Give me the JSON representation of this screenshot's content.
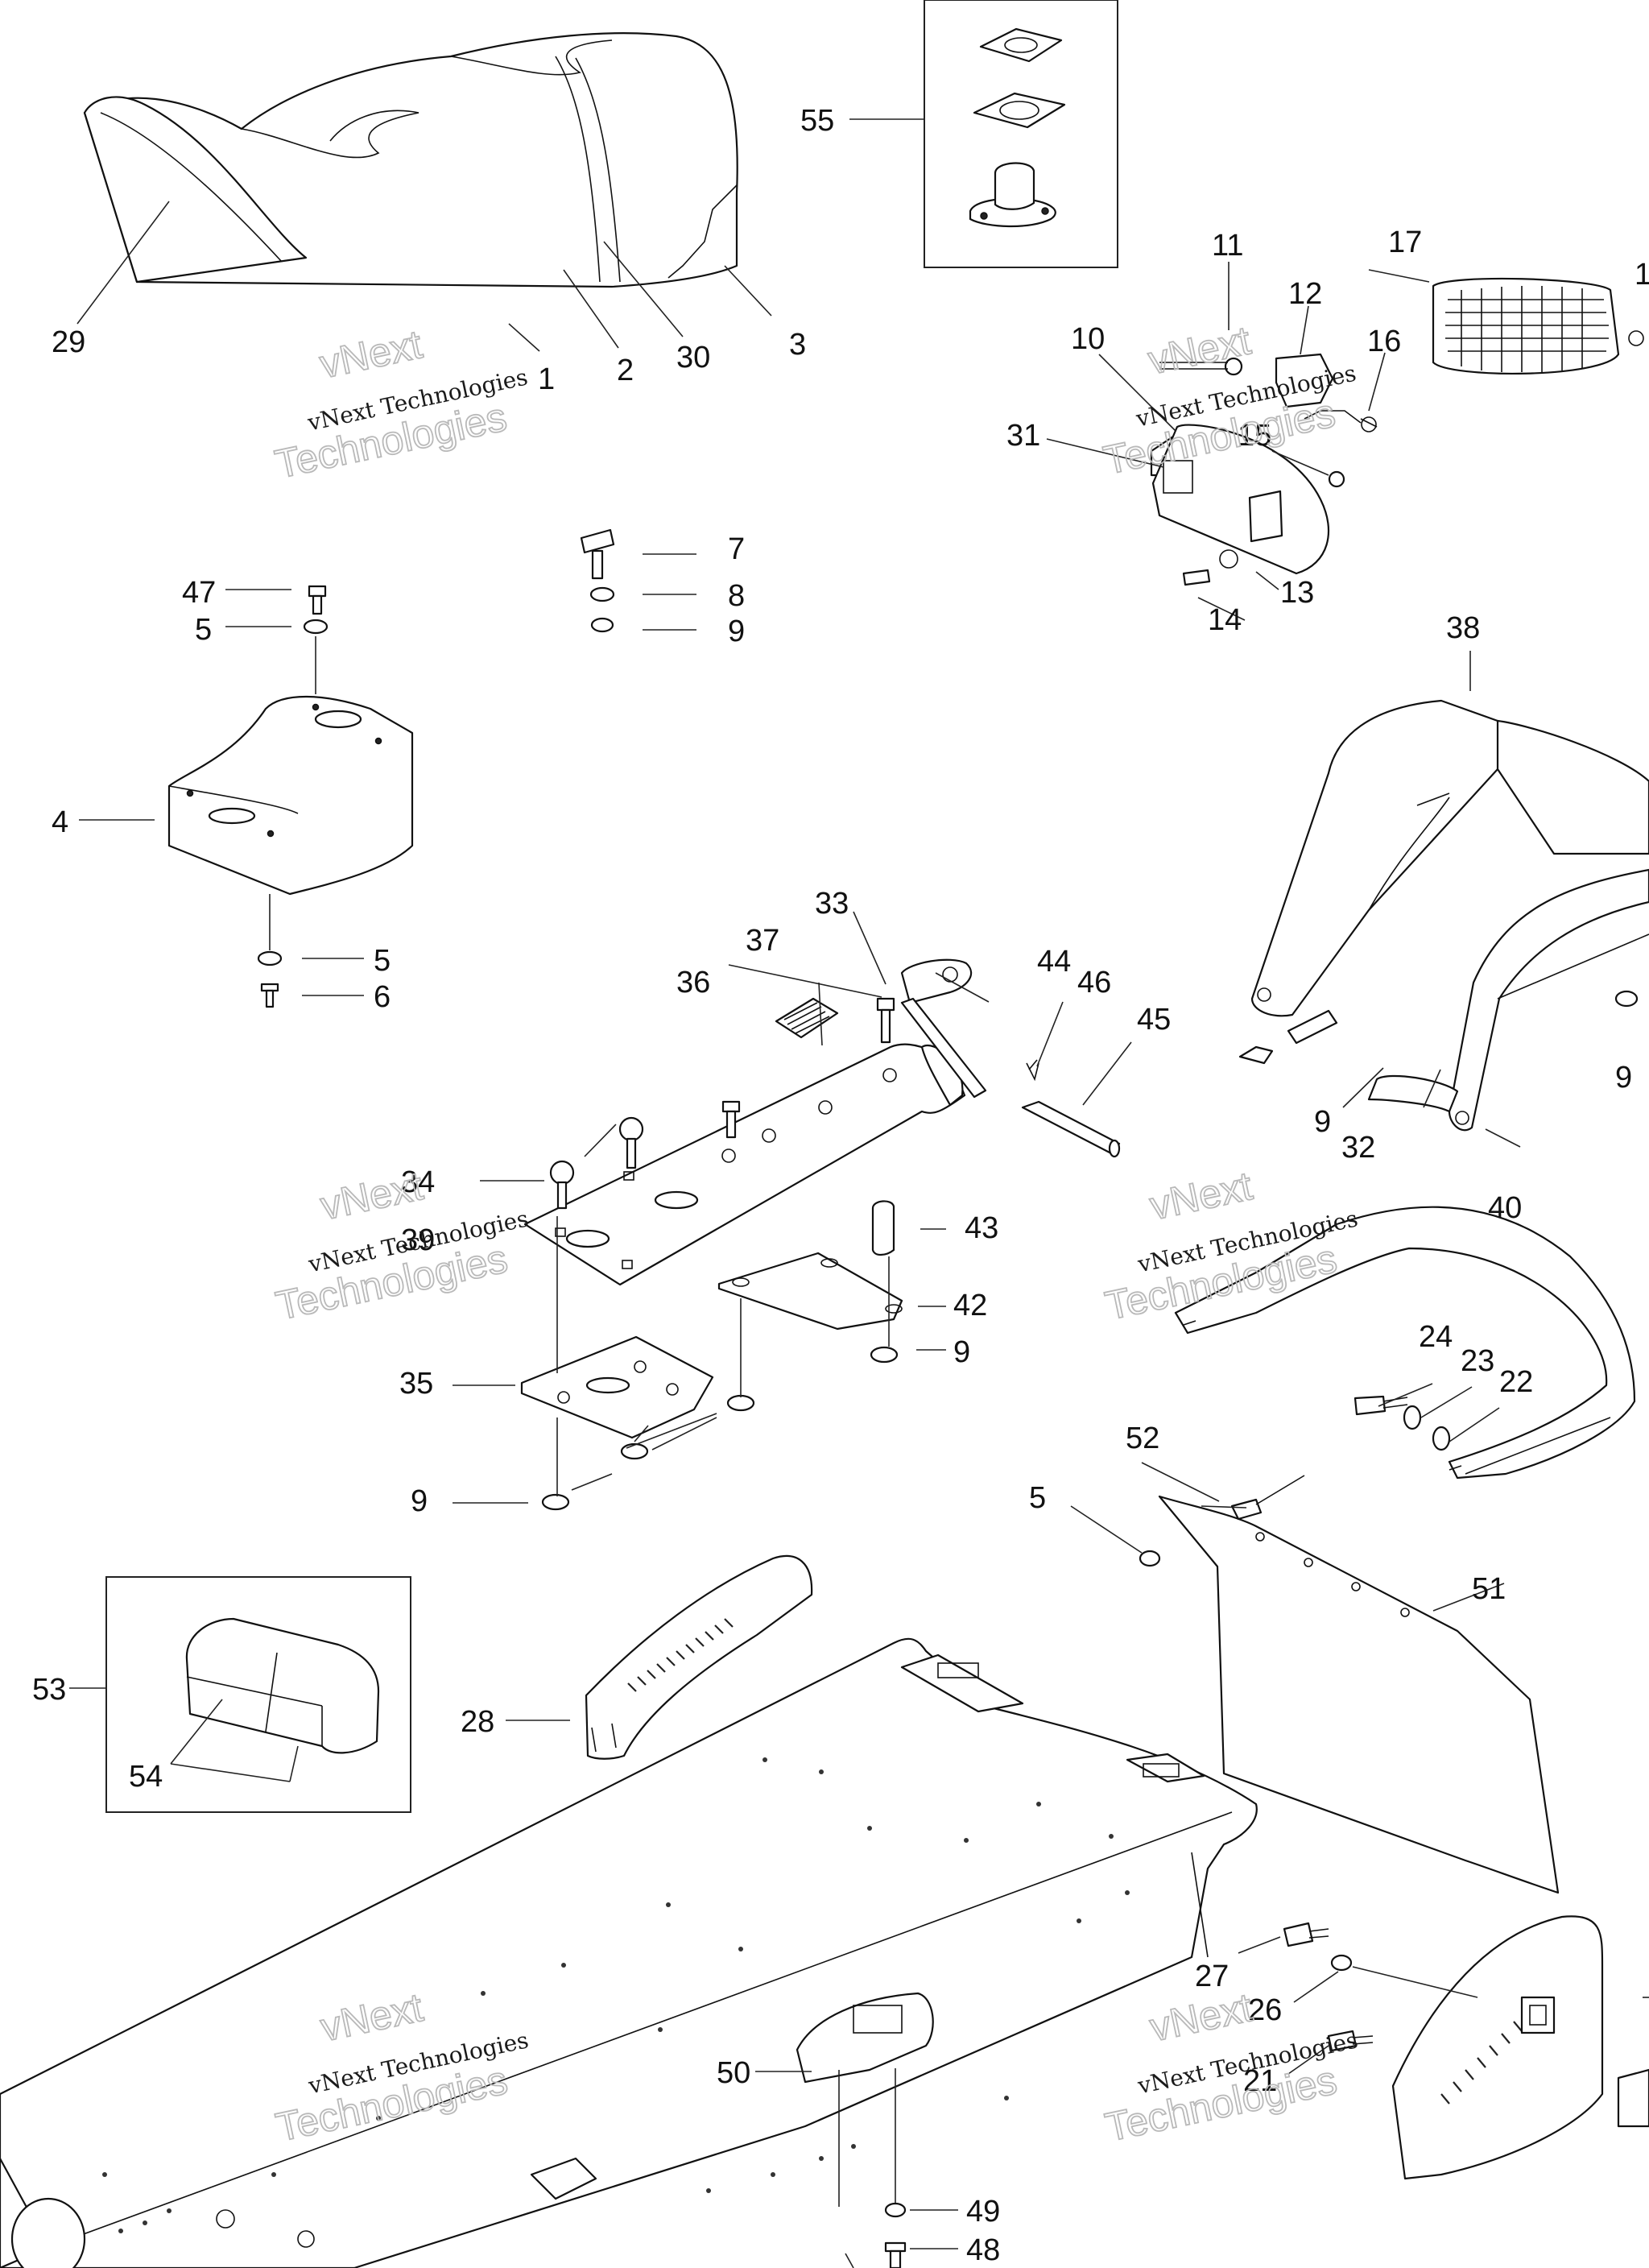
{
  "callouts": {
    "c1": "1",
    "c2": "2",
    "c3": "3",
    "c4": "4",
    "c5a": "5",
    "c5b": "5",
    "c5c": "5",
    "c6": "6",
    "c7": "7",
    "c8": "8",
    "c9a": "9",
    "c9b": "9",
    "c9c": "9",
    "c9d": "9",
    "c9e": "9",
    "c10": "10",
    "c11": "11",
    "c12": "12",
    "c13": "13",
    "c14": "14",
    "c15": "15",
    "c16": "16",
    "c17": "17",
    "c18": "1",
    "c21": "21",
    "c22": "22",
    "c23": "23",
    "c24": "24",
    "c26": "26",
    "c27": "27",
    "c28": "28",
    "c29": "29",
    "c30": "30",
    "c31": "31",
    "c32": "32",
    "c33": "33",
    "c34": "34",
    "c35": "35",
    "c36": "36",
    "c37": "37",
    "c38": "38",
    "c39": "39",
    "c40": "40",
    "c42": "42",
    "c43": "43",
    "c44": "44",
    "c45": "45",
    "c46": "46",
    "c47": "47",
    "c48": "48",
    "c49": "49",
    "c50": "50",
    "c51": "51",
    "c52": "52",
    "c53": "53",
    "c54": "54",
    "c55": "55"
  },
  "watermark": {
    "line1": "vNext Technologies",
    "line2": "vNext",
    "line3": "Technologies"
  }
}
